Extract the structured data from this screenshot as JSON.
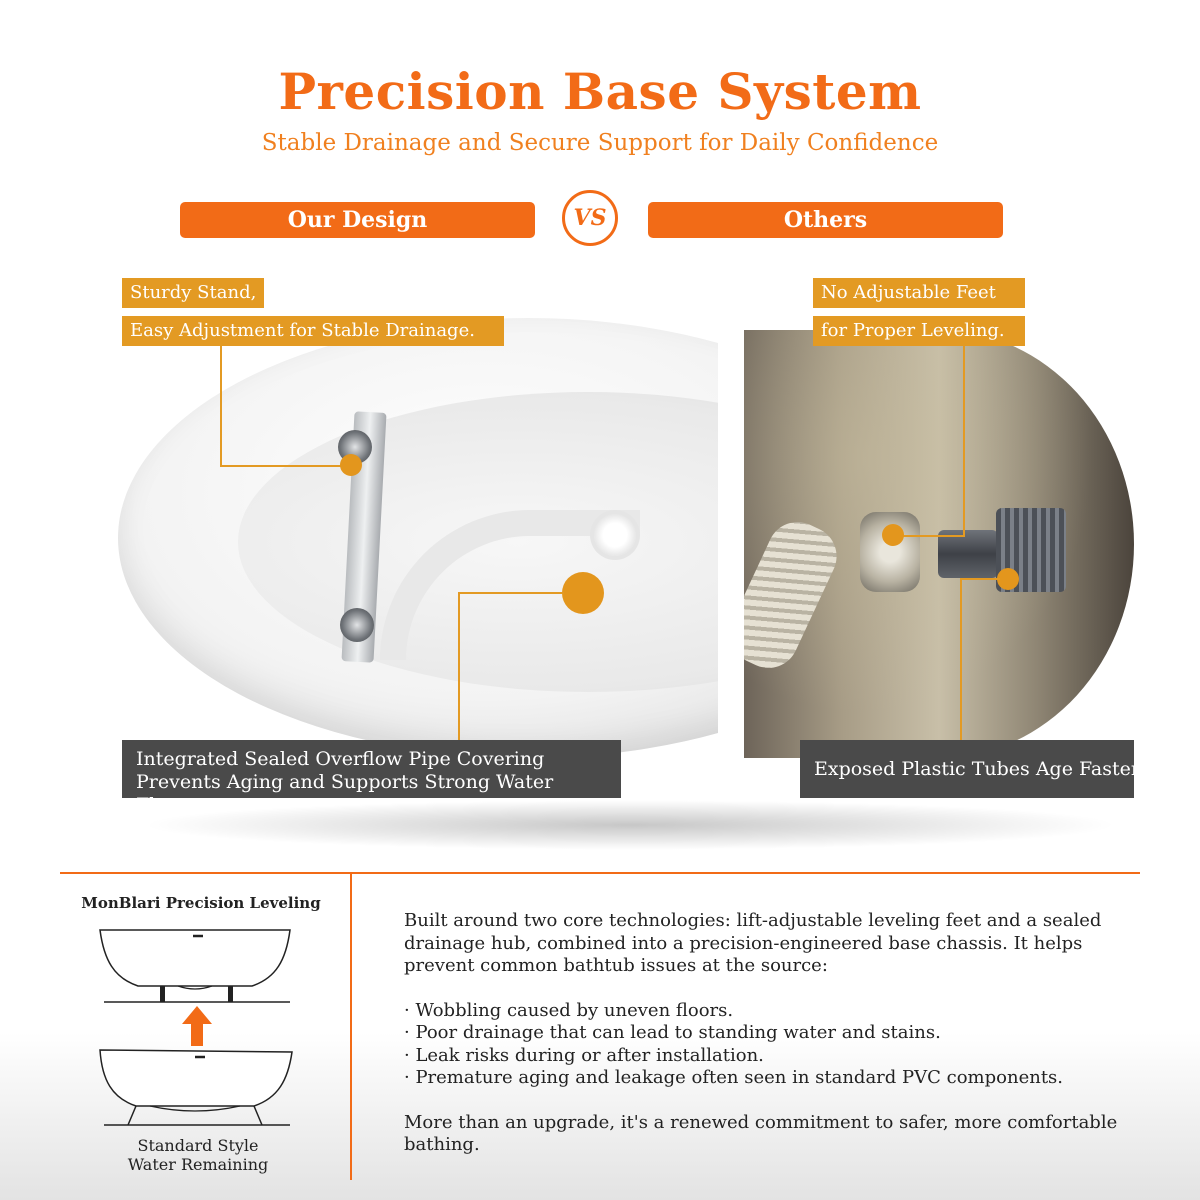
{
  "header": {
    "title": "Precision Base System",
    "subtitle": "Stable Drainage and Secure Support for Daily Confidence"
  },
  "compare": {
    "left_label": "Our Design",
    "vs_label": "VS",
    "right_label": "Others"
  },
  "ours": {
    "tag_line1": "Sturdy Stand,",
    "tag_line2": "Easy Adjustment for Stable Drainage.",
    "callout": "Integrated Sealed Overflow Pipe Covering Prevents Aging and Supports Strong Water Flow."
  },
  "others": {
    "tag_line1": "No Adjustable Feet",
    "tag_line2": "for Proper Leveling.",
    "callout": "Exposed Plastic Tubes Age Faster"
  },
  "diagram": {
    "title": "MonBlari Precision Leveling",
    "caption_line1": "Standard Style",
    "caption_line2": "Water Remaining"
  },
  "description": {
    "intro": "Built around two core technologies: lift-adjustable leveling feet and a sealed drainage hub, combined into a precision-engineered base chassis. It helps prevent common bathtub issues at the source:",
    "points": [
      "· Wobbling caused by uneven floors.",
      "· Poor drainage that can lead to standing water and stains.",
      "· Leak risks during or after installation.",
      "· Premature aging and leakage often seen in standard PVC components."
    ],
    "closing": "More than an upgrade, it's a renewed commitment to safer, more comfortable bathing."
  },
  "colors": {
    "accent": "#f26b17",
    "tag_gold": "#e39a23",
    "callout_dark": "#4a4a4a"
  }
}
